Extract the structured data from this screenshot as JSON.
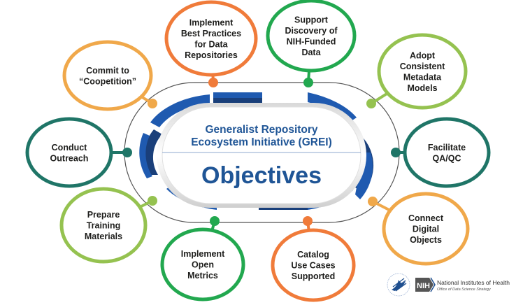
{
  "center": {
    "subtitle_line1": "Generalist Repository",
    "subtitle_line2": "Ecosystem Initiative (GREI)",
    "title": "Objectives"
  },
  "colors": {
    "orange": "#f07b3a",
    "gold": "#f0a84a",
    "green": "#22a84f",
    "lime": "#95c250",
    "teal": "#1f7567",
    "navy": "#1a3f7a",
    "blue": "#1f5ab0",
    "title": "#1f5596"
  },
  "objectives": [
    {
      "id": "best-practices",
      "lines": [
        "Implement",
        "Best Practices",
        "for Data",
        "Repositories"
      ],
      "color": "orange"
    },
    {
      "id": "support-discovery",
      "lines": [
        "Support",
        "Discovery of",
        "NIH-Funded",
        "Data"
      ],
      "color": "green"
    },
    {
      "id": "adopt-metadata",
      "lines": [
        "Adopt",
        "Consistent",
        "Metadata",
        "Models"
      ],
      "color": "lime"
    },
    {
      "id": "facilitate-qaqc",
      "lines": [
        "Facilitate",
        "QA/QC"
      ],
      "color": "teal"
    },
    {
      "id": "connect-digital",
      "lines": [
        "Connect",
        "Digital",
        "Objects"
      ],
      "color": "gold"
    },
    {
      "id": "catalog-use-cases",
      "lines": [
        "Catalog",
        "Use Cases",
        "Supported"
      ],
      "color": "orange"
    },
    {
      "id": "open-metrics",
      "lines": [
        "Implement",
        "Open",
        "Metrics"
      ],
      "color": "green"
    },
    {
      "id": "training-materials",
      "lines": [
        "Prepare",
        "Training",
        "Materials"
      ],
      "color": "lime"
    },
    {
      "id": "conduct-outreach",
      "lines": [
        "Conduct",
        "Outreach"
      ],
      "color": "teal"
    },
    {
      "id": "coopetition",
      "lines": [
        "Commit to",
        "“Coopetition”"
      ],
      "color": "gold"
    }
  ],
  "logo": {
    "abbr": "NIH",
    "name": "National Institutes of Health",
    "office": "Office of Data Science Strategy"
  }
}
